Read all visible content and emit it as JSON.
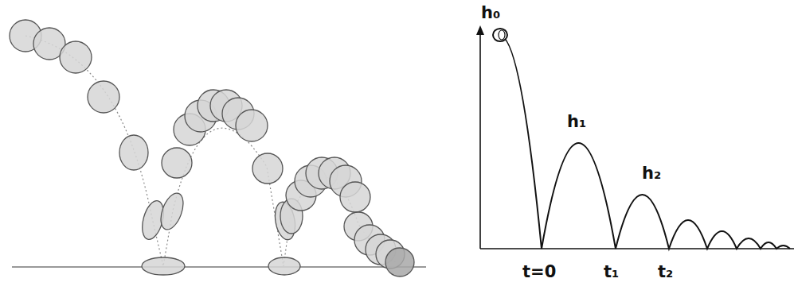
{
  "diagram": {
    "labels": [
      "h₀",
      "h₁",
      "h₂",
      "t=0",
      "t₁",
      "t₂"
    ]
  }
}
